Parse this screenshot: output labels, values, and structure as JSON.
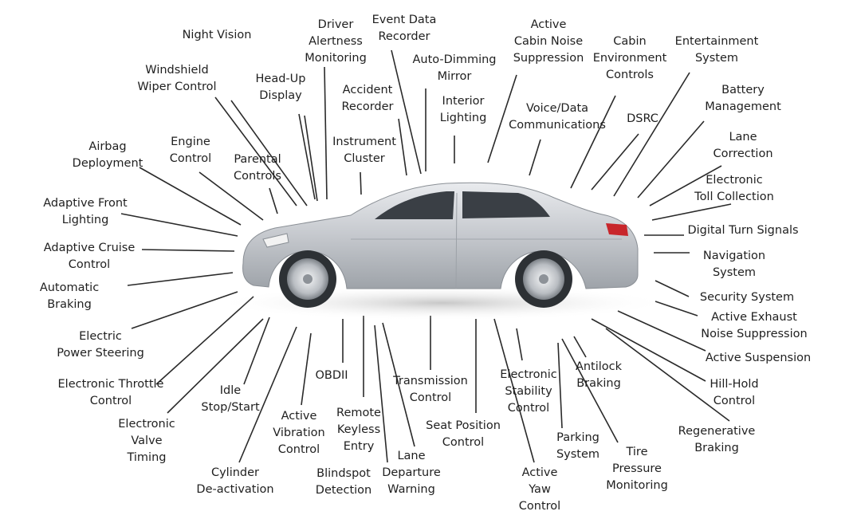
{
  "labels": {
    "night_vision": "Night Vision",
    "driver_alertness": "Driver\nAlertness\nMonitoring",
    "event_data_recorder": "Event Data\nRecorder",
    "active_cabin_noise": "Active\nCabin Noise\nSuppression",
    "cabin_environment": "Cabin\nEnvironment\nControls",
    "entertainment": "Entertainment\nSystem",
    "windshield_wiper": "Windshield\nWiper Control",
    "head_up_display": "Head-Up\nDisplay",
    "auto_dimming_mirror": "Auto-Dimming\nMirror",
    "accident_recorder": "Accident\nRecorder",
    "interior_lighting": "Interior\nLighting",
    "voice_data": "Voice/Data\nCommunications",
    "dsrc": "DSRC",
    "battery_management": "Battery\nManagement",
    "airbag_deployment": "Airbag\nDeployment",
    "engine_control": "Engine\nControl",
    "parental_controls": "Parental\nControls",
    "instrument_cluster": "Instrument\nCluster",
    "lane_correction": "Lane\nCorrection",
    "electronic_toll": "Electronic\nToll Collection",
    "adaptive_front_lighting": "Adaptive Front\nLighting",
    "digital_turn_signals": "Digital Turn Signals",
    "adaptive_cruise": "Adaptive Cruise\nControl",
    "navigation": "Navigation\nSystem",
    "automatic_braking": "Automatic\nBraking",
    "security_system": "Security System",
    "active_exhaust": "Active Exhaust\nNoise Suppression",
    "electric_power_steering": "Electric\nPower Steering",
    "active_suspension": "Active Suspension",
    "antilock_braking": "Antilock\nBraking",
    "electronic_throttle": "Electronic Throttle\nControl",
    "obdii": "OBDII",
    "transmission_control": "Transmission\nControl",
    "electronic_stability": "Electronic\nStability\nControl",
    "hill_hold": "Hill-Hold\nControl",
    "idle_stop_start": "Idle\nStop/Start",
    "electronic_valve_timing": "Electronic\nValve\nTiming",
    "active_vibration": "Active\nVibration\nControl",
    "remote_keyless": "Remote\nKeyless\nEntry",
    "seat_position": "Seat Position\nControl",
    "regenerative_braking": "Regenerative\nBraking",
    "parking_system": "Parking\nSystem",
    "tire_pressure": "Tire\nPressure\nMonitoring",
    "cylinder_deactivation": "Cylinder\nDe-activation",
    "blindspot_detection": "Blindspot\nDetection",
    "lane_departure": "Lane\nDeparture\nWarning",
    "active_yaw": "Active\nYaw\nControl"
  },
  "colors": {
    "line": "#2a2a2a",
    "text": "#1f1f1f",
    "car_body": "#cfd2d6",
    "car_glass": "#3a3f45"
  }
}
